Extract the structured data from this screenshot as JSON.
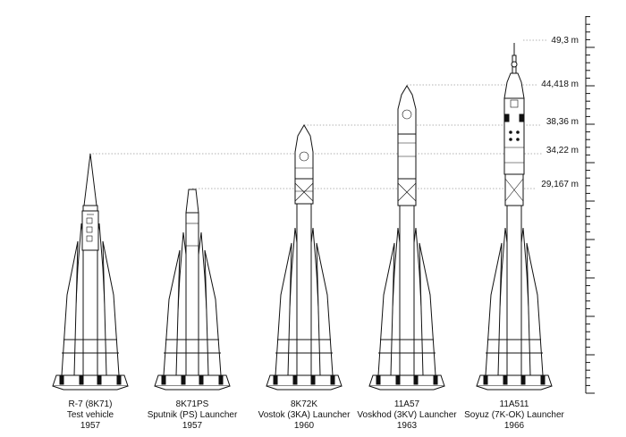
{
  "height_markers": [
    "49,3 m",
    "44,418 m",
    "38,36 m",
    "34,22 m",
    "29,167 m"
  ],
  "rockets": [
    {
      "designation": "R-7 (8K71)",
      "name": "Test vehicle",
      "year": "1957"
    },
    {
      "designation": "8K71PS",
      "name": "Sputnik (PS) Launcher",
      "year": "1957"
    },
    {
      "designation": "8K72K",
      "name": "Vostok (3KA) Launcher",
      "year": "1960"
    },
    {
      "designation": "11A57",
      "name": "Voskhod (3KV) Launcher",
      "year": "1963"
    },
    {
      "designation": "11A511",
      "name": "Soyuz (7K-OK) Launcher",
      "year": "1966"
    }
  ]
}
